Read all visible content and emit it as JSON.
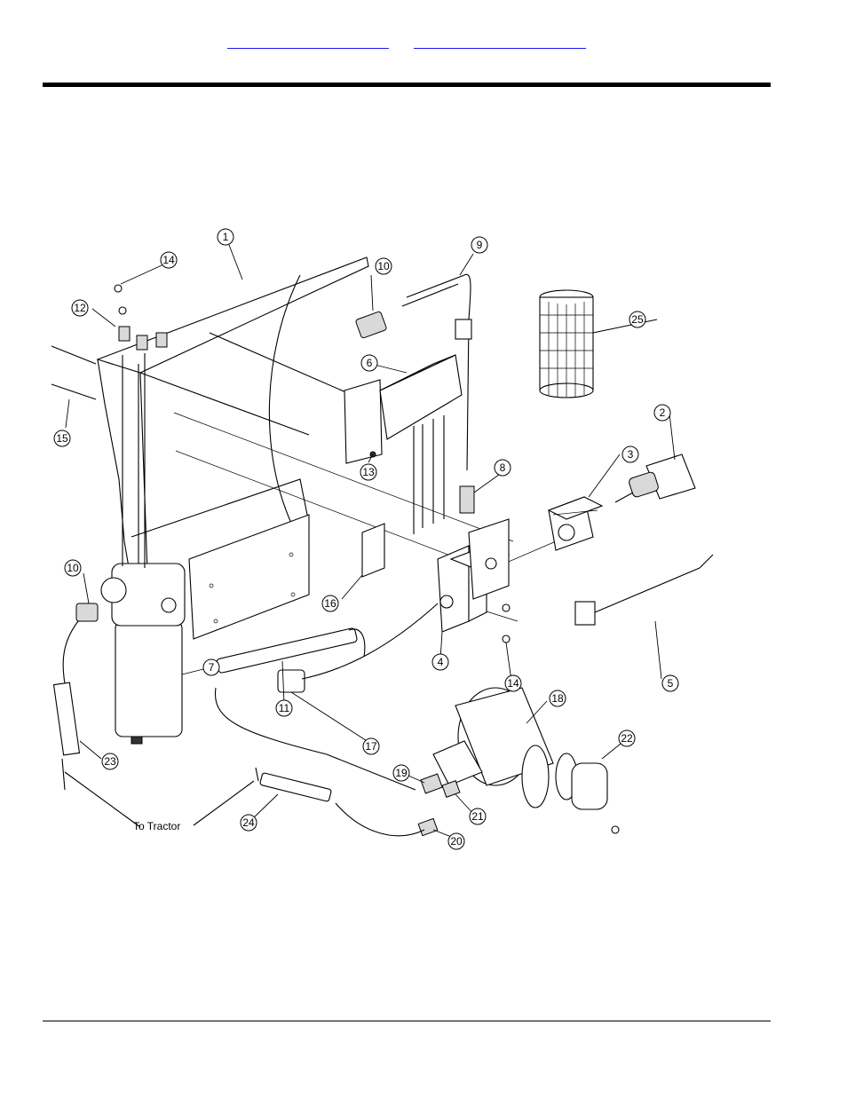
{
  "header": {
    "link_a": "",
    "link_b": ""
  },
  "diagram": {
    "label_to_tractor": "To Tractor",
    "callouts": [
      "1",
      "2",
      "3",
      "4",
      "5",
      "6",
      "7",
      "8",
      "9",
      "10",
      "10",
      "11",
      "12",
      "13",
      "14",
      "14",
      "15",
      "16",
      "17",
      "18",
      "19",
      "20",
      "21",
      "22",
      "23",
      "24",
      "25"
    ]
  }
}
